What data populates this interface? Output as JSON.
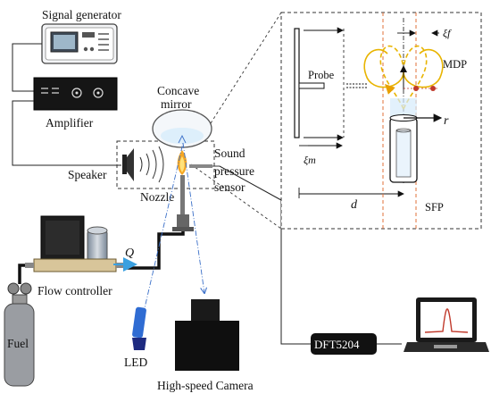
{
  "labels": {
    "signal_generator": "Signal generator",
    "amplifier": "Amplifier",
    "concave_mirror_1": "Concave",
    "concave_mirror_2": "mirror",
    "speaker": "Speaker",
    "sound_1": "Sound",
    "sound_2": "pressure",
    "sound_3": "sensor",
    "nozzle": "Nozzle",
    "flow_q": "Q",
    "flow_controller": "Flow controller",
    "fuel": "Fuel",
    "led": "LED",
    "camera": "High-speed Camera",
    "dft": "DFT5204"
  },
  "inset": {
    "probe": "Probe",
    "mdp": "MDP",
    "xi_f": "ξf",
    "r": "r",
    "xi_m": "ξm",
    "d": "d",
    "sfp": "SFP"
  },
  "colors": {
    "flame_outer": "#f5a623",
    "flame_inner": "#ffe27a",
    "flame_loop": "#e8b400",
    "laser_line": "#e0703a",
    "mdp_point": "#c0392b",
    "dashdot": "#3a6fc8",
    "arrow_blue": "#3aa0e0",
    "laptop_peak": "#c0392b"
  },
  "icons": [
    "signal-generator-icon",
    "amplifier-icon",
    "speaker-icon",
    "mirror-icon",
    "flame-icon",
    "nozzle-icon",
    "flow-controller-icon",
    "fuel-tank-icon",
    "led-icon",
    "camera-icon",
    "laptop-icon"
  ]
}
